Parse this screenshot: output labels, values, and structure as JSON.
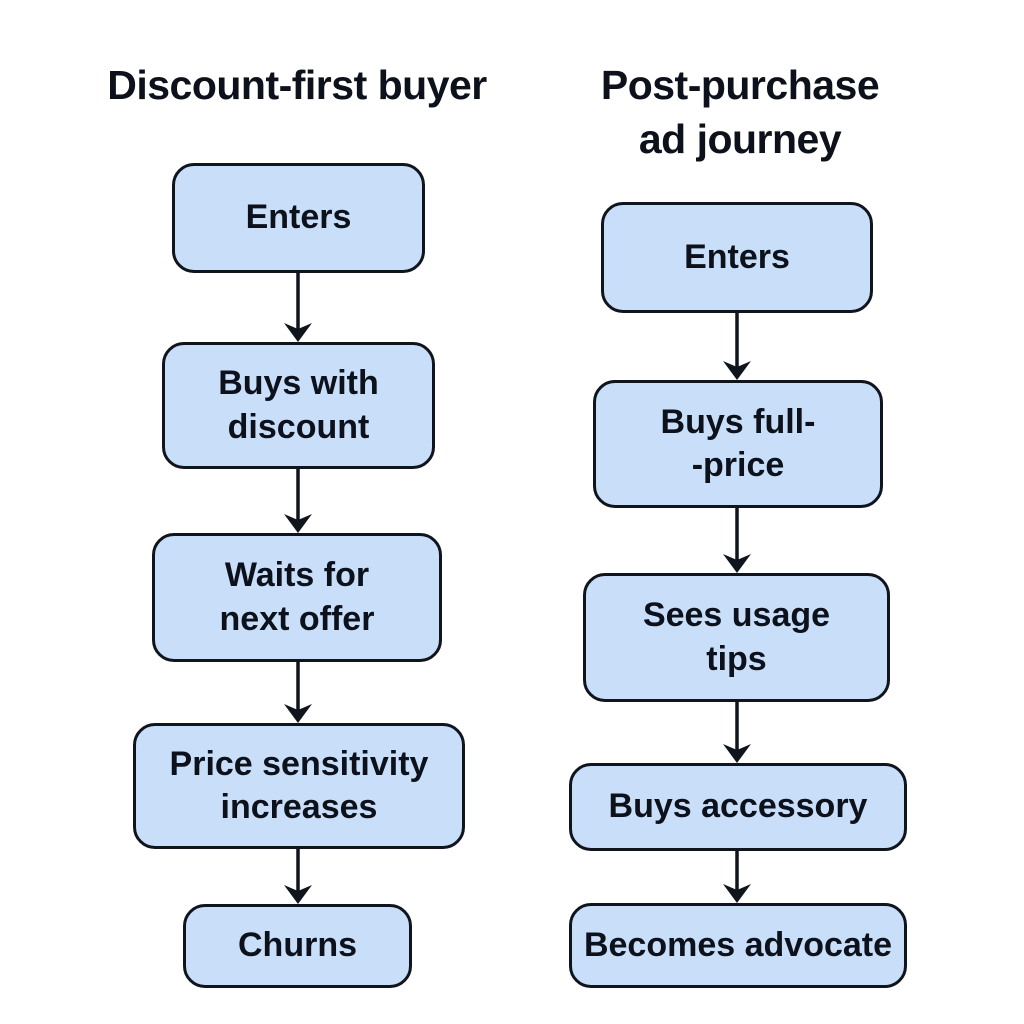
{
  "diagram": {
    "type": "flowchart-comparison",
    "background": "#ffffff",
    "colors": {
      "box_fill": "#c9def8",
      "box_border": "#10151d",
      "text": "#0c111b",
      "arrow": "#10151d"
    },
    "flows": [
      {
        "title": "Discount-first buyer",
        "steps": [
          "Enters",
          "Buys with\ndiscount",
          "Waits for\nnext offer",
          "Price sensitivity\nincreases",
          "Churns"
        ]
      },
      {
        "title": "Post-purchase\nad journey",
        "steps": [
          "Enters",
          "Buys full-\n-price",
          "Sees usage\ntips",
          "Buys accessory",
          "Becomes advocate"
        ]
      }
    ]
  }
}
